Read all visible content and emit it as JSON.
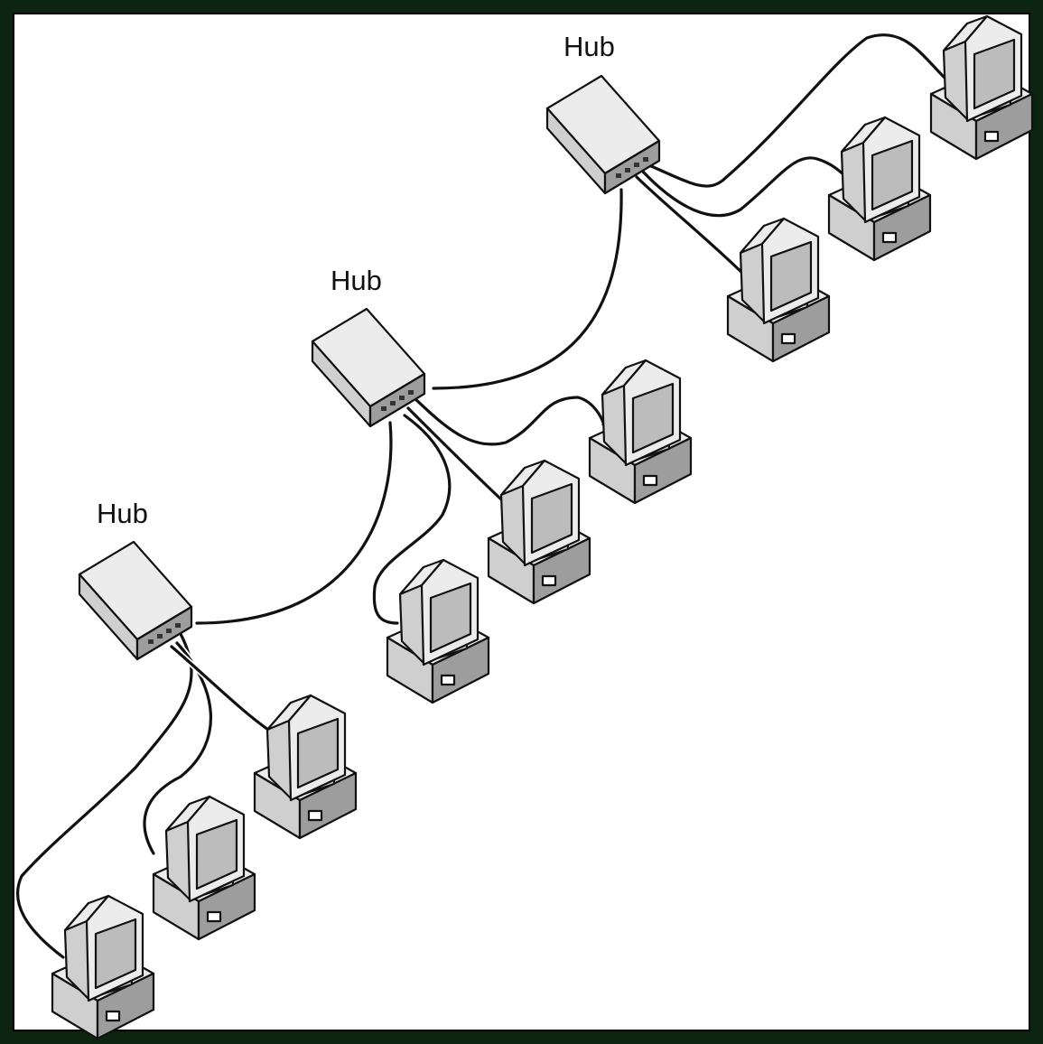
{
  "diagram": {
    "hubs": [
      {
        "id": "hub-top",
        "label": "Hub"
      },
      {
        "id": "hub-middle",
        "label": "Hub"
      },
      {
        "id": "hub-bottom",
        "label": "Hub"
      }
    ],
    "colors": {
      "frame": "#0c2410",
      "background": "#ffffff",
      "line": "#111111",
      "device_light": "#ececec",
      "device_mid": "#cfcfcf",
      "device_dark": "#9d9d9d",
      "screen": "#bcbcbc"
    },
    "links": [
      {
        "from": "hub-top",
        "to": "pc-top-1"
      },
      {
        "from": "hub-top",
        "to": "pc-top-2"
      },
      {
        "from": "hub-top",
        "to": "pc-top-3"
      },
      {
        "from": "hub-top",
        "to": "hub-middle"
      },
      {
        "from": "hub-middle",
        "to": "pc-mid-1"
      },
      {
        "from": "hub-middle",
        "to": "pc-mid-2"
      },
      {
        "from": "hub-middle",
        "to": "pc-mid-3"
      },
      {
        "from": "hub-middle",
        "to": "hub-bottom"
      },
      {
        "from": "hub-bottom",
        "to": "pc-bot-1"
      },
      {
        "from": "hub-bottom",
        "to": "pc-bot-2"
      },
      {
        "from": "hub-bottom",
        "to": "pc-bot-3"
      }
    ]
  }
}
